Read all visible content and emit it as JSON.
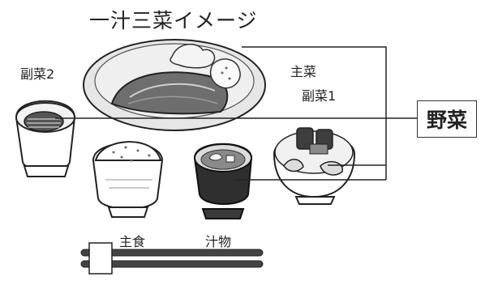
{
  "title": "一汁三菜イメージ",
  "labels": {
    "fukusai2": "副菜2",
    "shusai": "主菜",
    "fukusai1": "副菜1",
    "shushoku": "主食",
    "shiru": "汁物"
  },
  "callout": "野菜",
  "colors": {
    "line": "#222222",
    "dish_fill": "#ececec",
    "fish_fill": "#707070",
    "soup_fill": "#3a3a3a",
    "bowl_fill": "#ffffff"
  }
}
